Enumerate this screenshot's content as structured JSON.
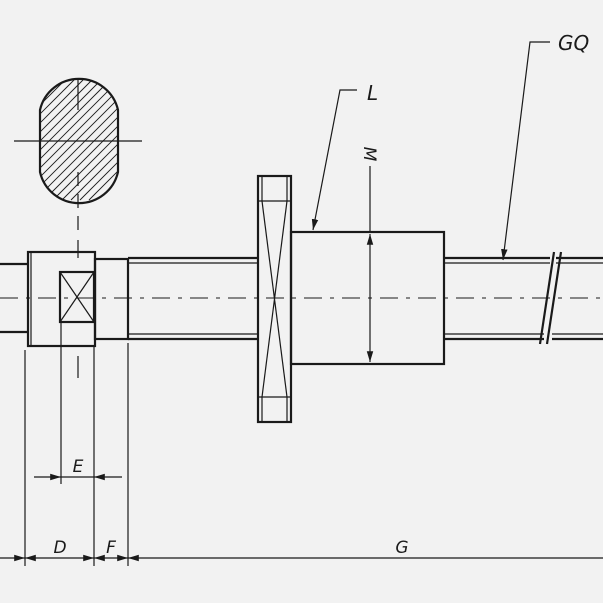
{
  "labels": {
    "gq": "GQ",
    "l": "L",
    "m": "M",
    "e": "E",
    "d": "D",
    "f": "F",
    "g": "G"
  },
  "colors": {
    "background": "#f2f2f2",
    "ink": "#1a1a1a"
  }
}
